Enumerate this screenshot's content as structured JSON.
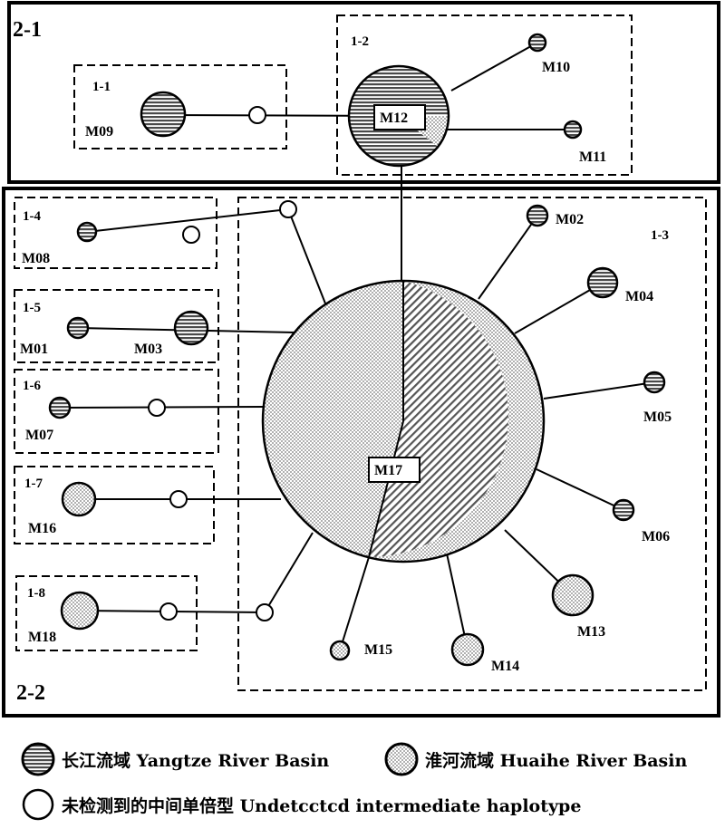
{
  "groups": {
    "g21": "2-1",
    "g22": "2-2",
    "g11": "1-1",
    "g12": "1-2",
    "g13": "1-3",
    "g14": "1-4",
    "g15": "1-5",
    "g16": "1-6",
    "g17": "1-7",
    "g18": "1-8"
  },
  "haplotypes": {
    "m01": "M01",
    "m02": "M02",
    "m03": "M03",
    "m04": "M04",
    "m05": "M05",
    "m06": "M06",
    "m07": "M07",
    "m08": "M08",
    "m09": "M09",
    "m10": "M10",
    "m11": "M11",
    "m12": "M12",
    "m13": "M13",
    "m14": "M14",
    "m15": "M15",
    "m16": "M16",
    "m17": "M17",
    "m18": "M18"
  },
  "legend": {
    "yangtze": "长江流域 Yangtze River Basin",
    "huaihe": "淮河流域 Huaihe River Basin",
    "intermediate": "未检测到的中间单倍型 Undetcctcd intermediate haplotype"
  },
  "colors": {
    "yangtze_fill": "#8a8a8a",
    "huaihe_fill": "#d8d8d8",
    "line": "#000000"
  }
}
